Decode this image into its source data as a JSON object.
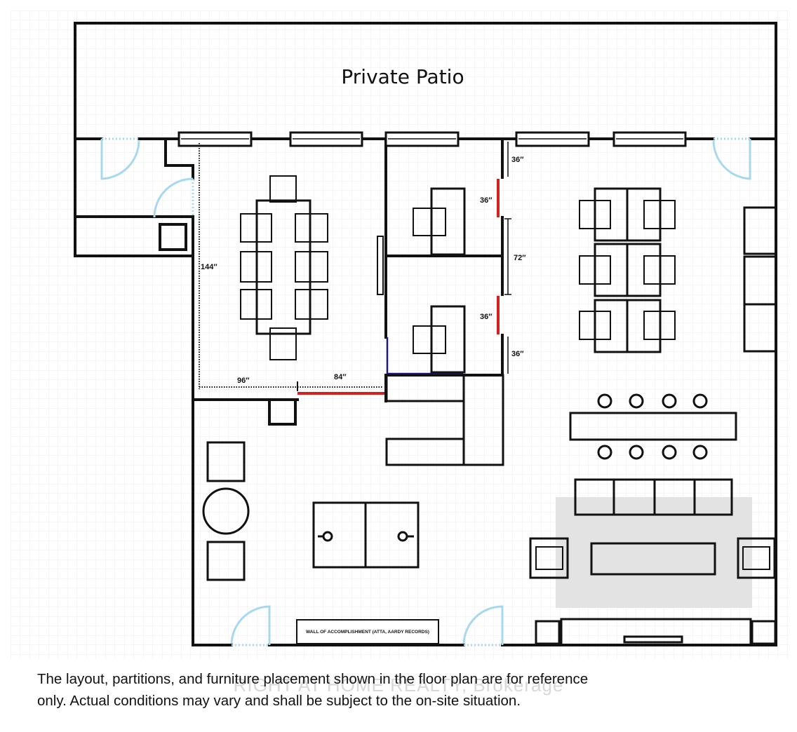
{
  "plan": {
    "patio_label": "Private Patio",
    "wall_sign": "WALL OF ACCOMPLISHMENT (ATTA, AARDY RECORDS)",
    "dimensions": {
      "d144": "144″",
      "d96": "96″",
      "d84": "84″",
      "d36_top": "36″",
      "d36_upper_door": "36″",
      "d72": "72″",
      "d36_lower_door": "36″",
      "d36_bottom": "36″"
    }
  },
  "watermark": "RIGHT AT HOME REALTY, Brokerage",
  "disclaimer": {
    "line1": "The layout, partitions, and furniture placement shown in the floor plan are for reference",
    "line2": "only. Actual conditions may vary and shall be subject to the on-site situation."
  },
  "colors": {
    "wall": "#111111",
    "door_swing": "#a8d8ee",
    "partition_red": "#d42020",
    "partition_blue": "#1a1a7a",
    "rug": "#e3e3e3",
    "grid": "#ebebeb"
  }
}
